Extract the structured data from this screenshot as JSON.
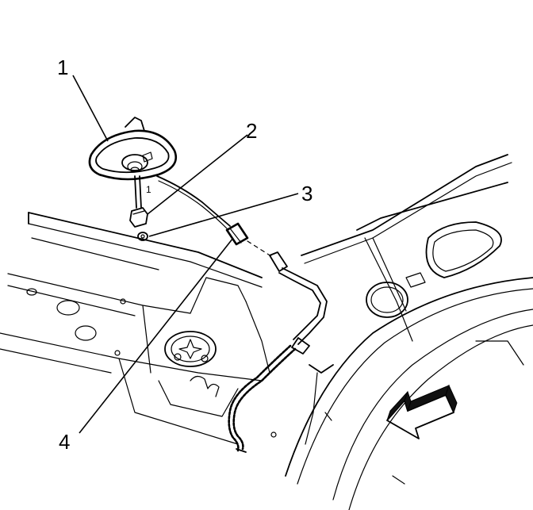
{
  "diagram": {
    "callouts": [
      {
        "id": "1",
        "label": "1"
      },
      {
        "id": "2",
        "label": "2"
      },
      {
        "id": "3",
        "label": "3"
      },
      {
        "id": "4",
        "label": "4"
      }
    ],
    "small_mark": "1",
    "colors": {
      "line": "#000000",
      "background": "#ffffff",
      "arrow_fill": "#111111"
    },
    "icons": [
      "direction-arrow-icon"
    ]
  }
}
